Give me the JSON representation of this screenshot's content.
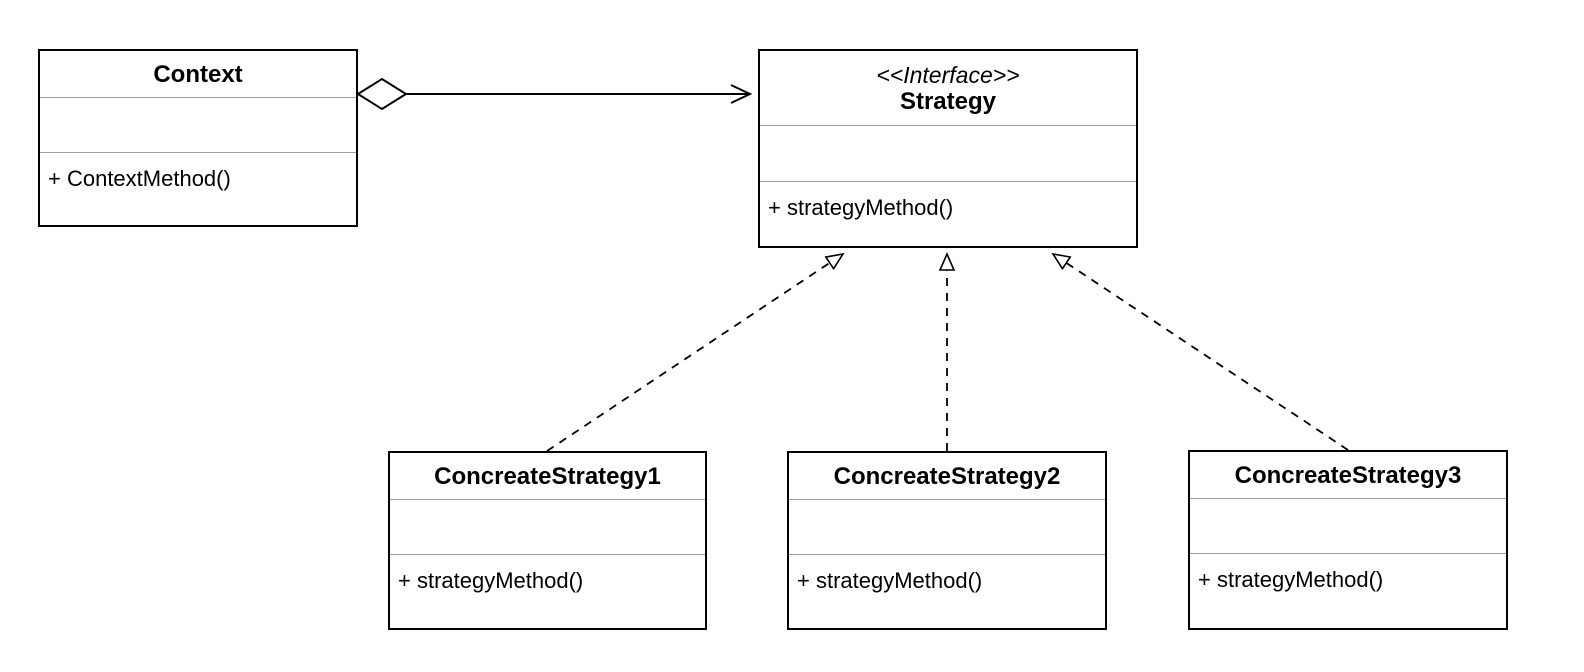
{
  "diagram": {
    "kind": "uml-class-diagram",
    "pattern": "Strategy",
    "classes": {
      "context": {
        "name": "Context",
        "attributes": "",
        "method": "+ ContextMethod()"
      },
      "strategy": {
        "stereotype": "<<Interface>>",
        "name": "Strategy",
        "attributes": "",
        "method": "+ strategyMethod()"
      },
      "concrete1": {
        "name": "ConcreateStrategy1",
        "attributes": "",
        "method": "+ strategyMethod()"
      },
      "concrete2": {
        "name": "ConcreateStrategy2",
        "attributes": "",
        "method": "+ strategyMethod()"
      },
      "concrete3": {
        "name": "ConcreateStrategy3",
        "attributes": "",
        "method": "+ strategyMethod()"
      }
    },
    "relationships": [
      {
        "from": "Context",
        "to": "Strategy",
        "type": "aggregation",
        "line": "solid",
        "end": "open-arrow",
        "start": "hollow-diamond"
      },
      {
        "from": "ConcreateStrategy1",
        "to": "Strategy",
        "type": "realization",
        "line": "dashed",
        "end": "hollow-triangle"
      },
      {
        "from": "ConcreateStrategy2",
        "to": "Strategy",
        "type": "realization",
        "line": "dashed",
        "end": "hollow-triangle"
      },
      {
        "from": "ConcreateStrategy3",
        "to": "Strategy",
        "type": "realization",
        "line": "dashed",
        "end": "hollow-triangle"
      }
    ],
    "colors": {
      "line": "#000000",
      "separator": "#9e9e9e",
      "box_fill": "#ffffff",
      "background": "#ffffff",
      "text": "#000000"
    }
  }
}
